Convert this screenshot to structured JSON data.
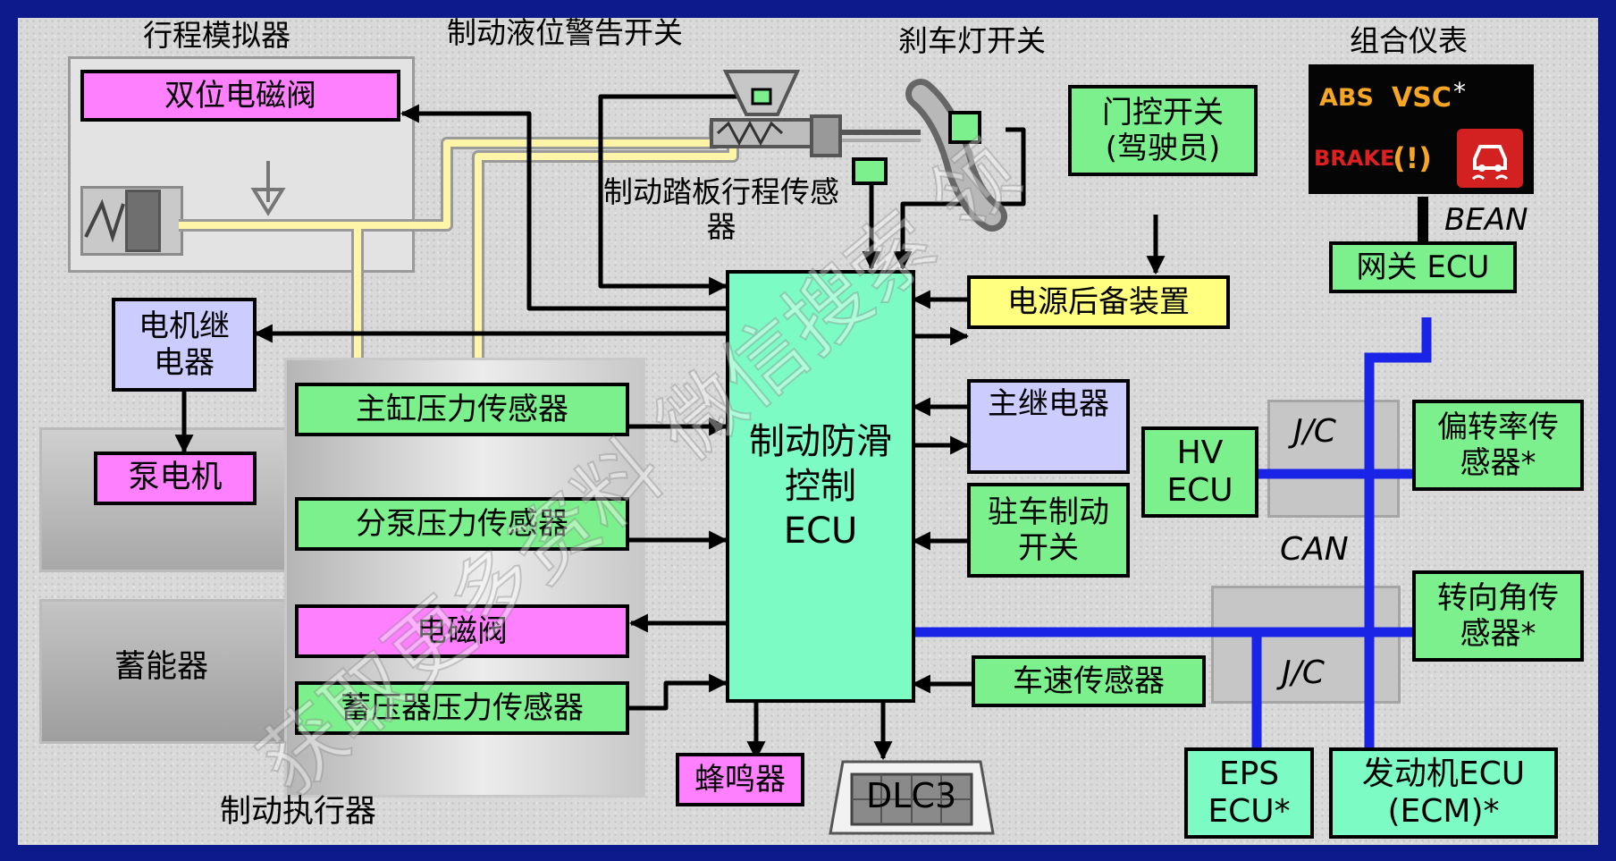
{
  "labels": {
    "stroke_simulator": "行程模拟器",
    "fluid_warning": "制动液位警告开关",
    "stop_lamp": "刹车灯开关",
    "combination_meter": "组合仪表",
    "pedal_stroke_sensor": "制动踏板行程传感\n器",
    "brake_actuator": "制动执行器",
    "bean": "BEAN",
    "jc_top": "J/C",
    "jc_bottom": "J/C",
    "can": "CAN"
  },
  "boxes": {
    "dual_solenoid": "双位电磁阀",
    "door_switch": "门控开关\n(驾驶员)",
    "gateway_ecu": "网关 ECU",
    "backup_power": "电源后备装置",
    "motor_relay": "电机继\n电器",
    "pump_motor": "泵电机",
    "accumulator": "蓄能器",
    "master_cyl_sensor": "主缸压力传感器",
    "wheel_cyl_sensor": "分泵压力传感器",
    "solenoid": "电磁阀",
    "accumulator_sensor": "蓄压器压力传感器",
    "brake_ecu": "制动防滑\n控制\nECU",
    "main_relay": "主继电器",
    "parking_switch": "驻车制动\n开关",
    "speed_sensor": "车速传感器",
    "buzzer": "蜂鸣器",
    "dlc3": "DLC3",
    "hv_ecu": "HV\nECU",
    "yaw_sensor": "偏转率传\n感器*",
    "steering_sensor": "转向角传\n感器*",
    "eps_ecu": "EPS\nECU*",
    "engine_ecu": "发动机ECU\n(ECM)*"
  },
  "meter": {
    "abs": "ABS",
    "vsc": "VSC",
    "asterisk": "*",
    "brake": "BRAKE",
    "brake_symbol": "(!)"
  },
  "watermark": "获取更多资料 微信搜索 领",
  "colors": {
    "frame": "#0c1a8c",
    "green_box": "#7cf08c",
    "pink_box": "#ff80ff",
    "lavender_box": "#ccccff",
    "yellow_box": "#ffff80",
    "ecu_box": "#7dfbc4",
    "can_bus": "#1a24e6",
    "hydraulic_line": "#fff5a8",
    "meter_amber": "#f5a623",
    "meter_red": "#e02020"
  }
}
